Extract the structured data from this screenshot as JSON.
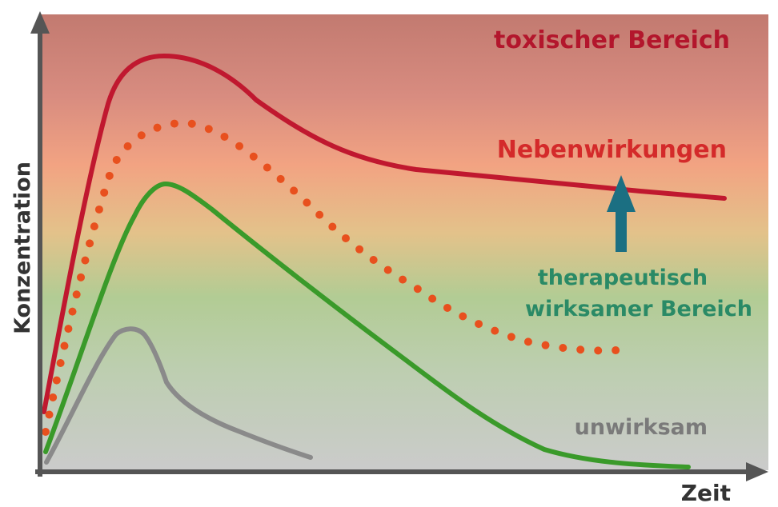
{
  "labels": {
    "toxic": "toxischer Bereich",
    "side_effects": "Nebenwirkungen",
    "therapeutic_line1": "therapeutisch",
    "therapeutic_line2": "wirksamer Bereich",
    "ineffective": "unwirksam",
    "x_axis": "Zeit",
    "y_axis": "Konzentration"
  },
  "colors": {
    "toxic_curve": "#c0182f",
    "side_effects_curve": "#e8501e",
    "therapeutic_curve": "#3a9a2a",
    "ineffective_curve": "#8a8a8a",
    "toxic_text": "#b3162c",
    "side_effects_text": "#d42a2a",
    "therapeutic_text": "#2a8a66",
    "ineffective_text": "#7a7a7a",
    "arrow": "#1b6f82",
    "axis": "#555555"
  }
}
